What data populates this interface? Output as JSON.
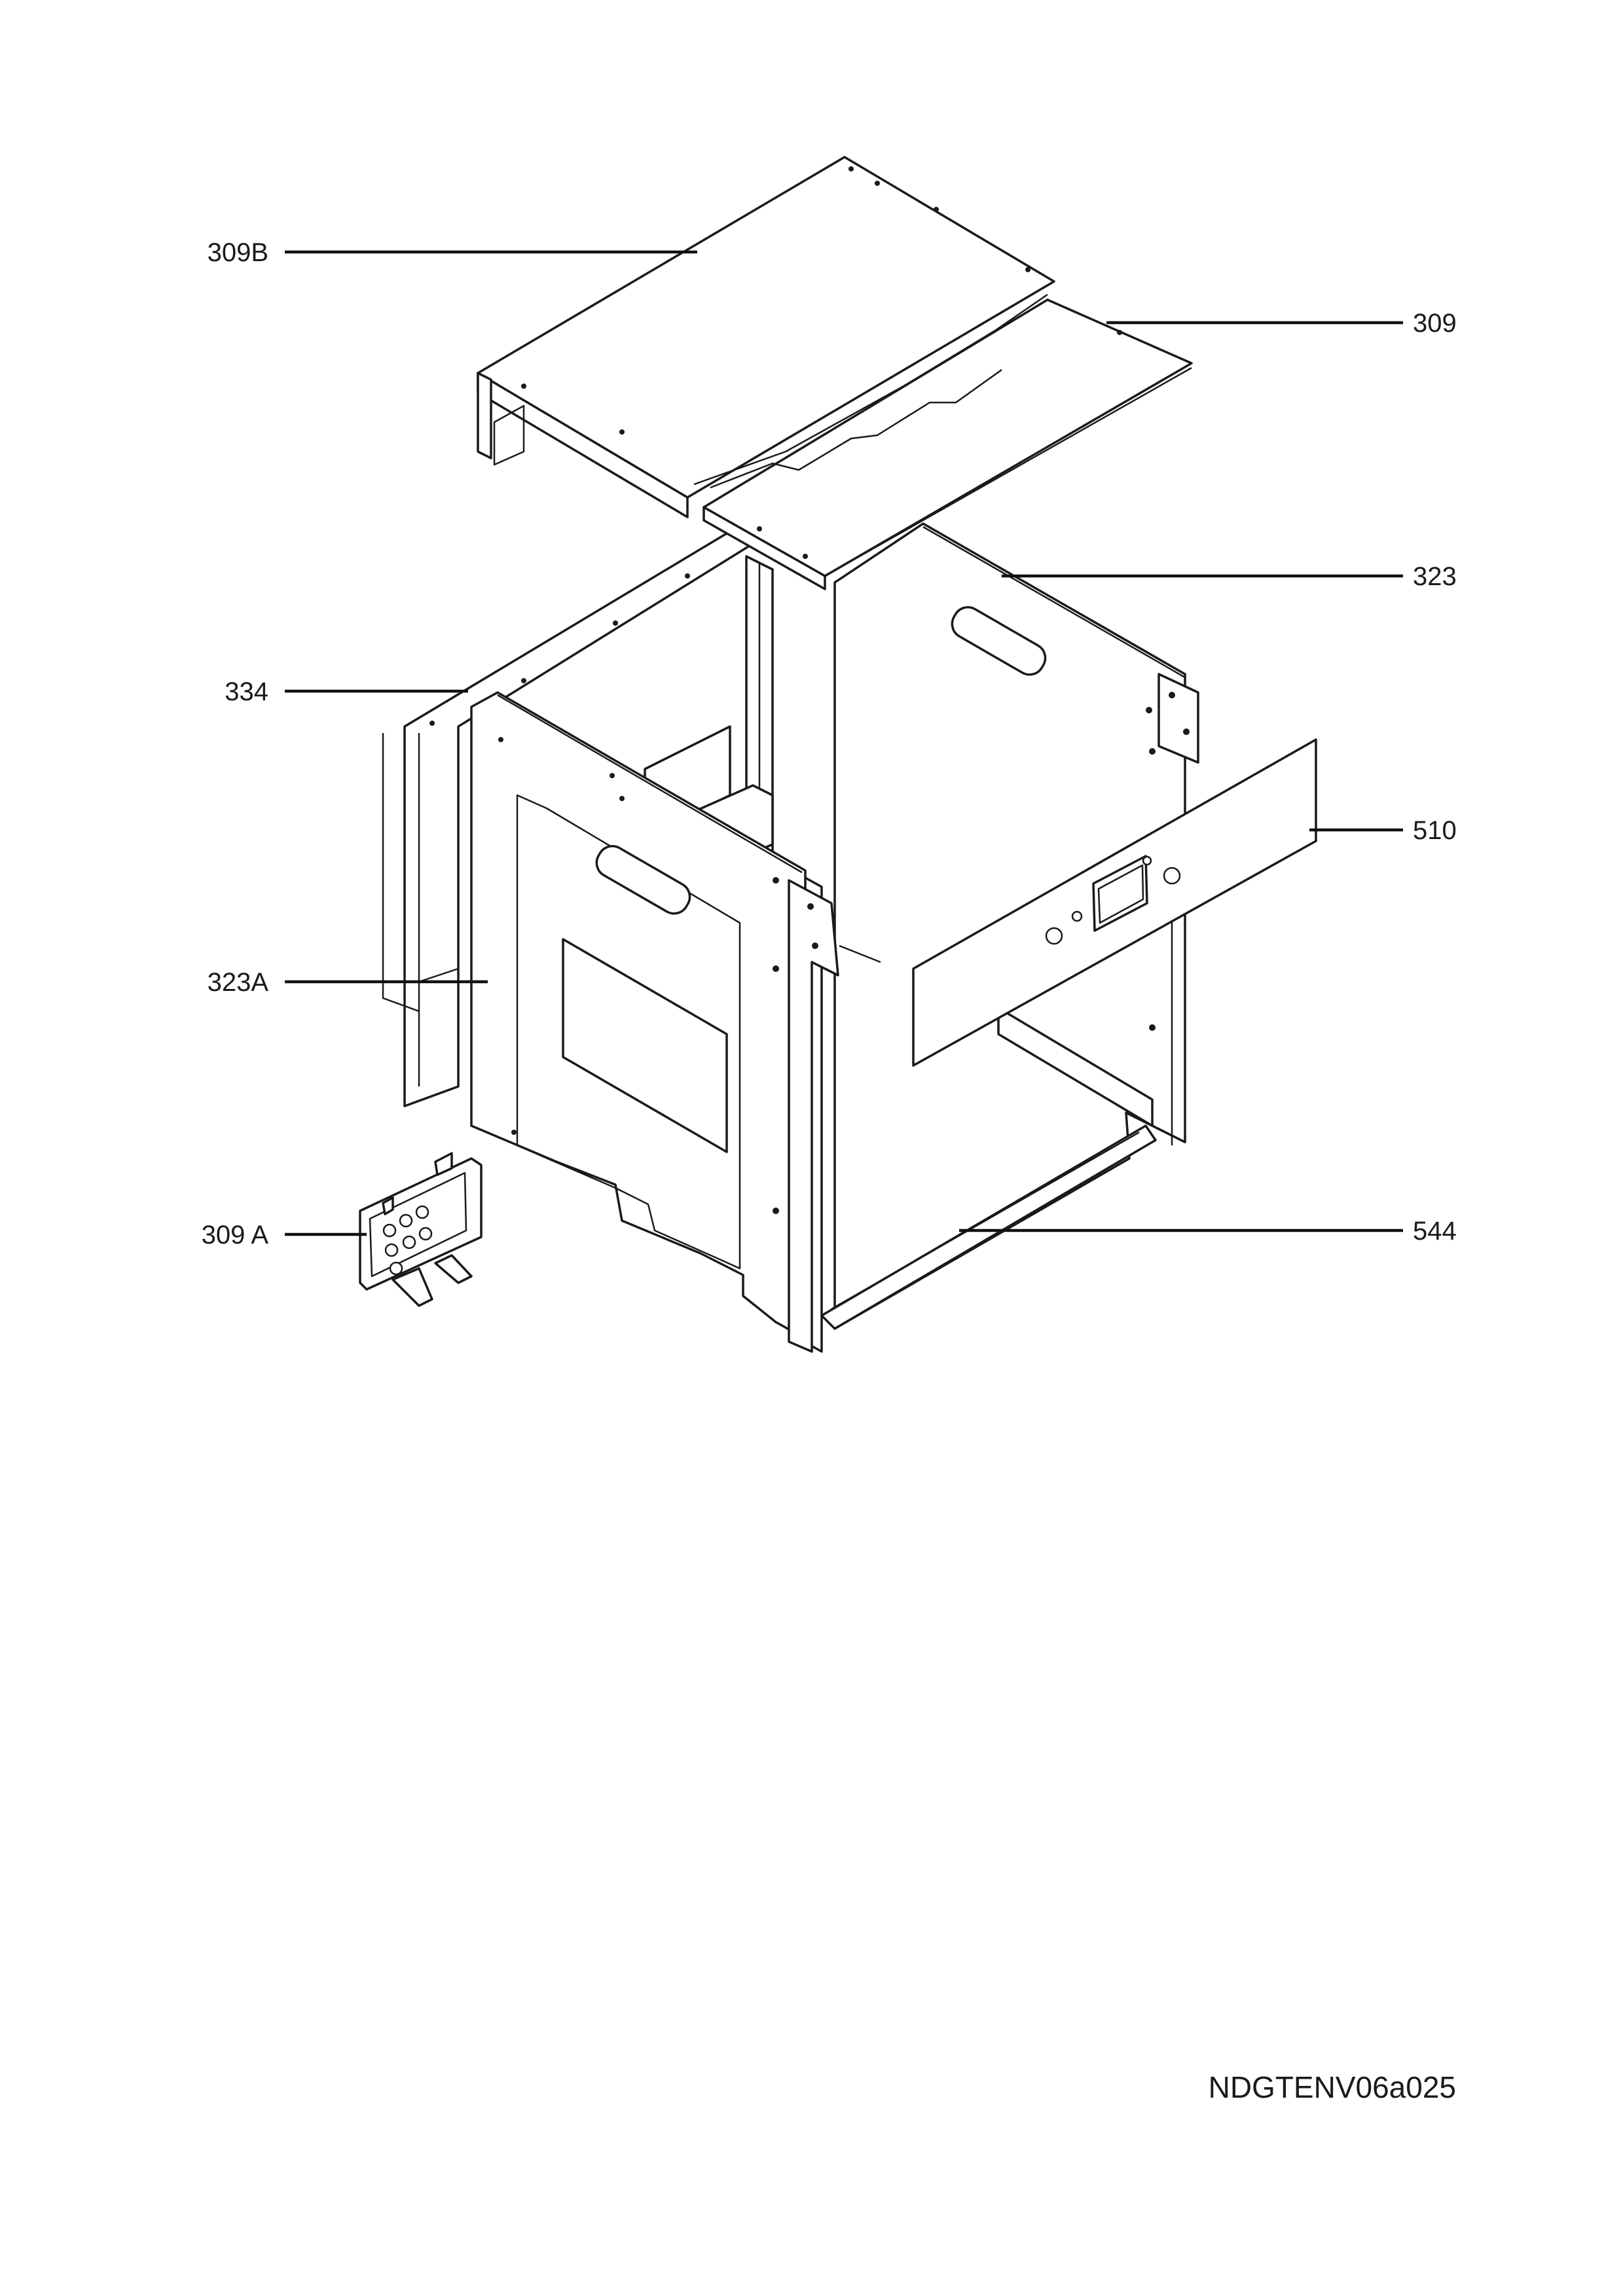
{
  "callouts": {
    "c309b": "309B",
    "c309": "309",
    "c323": "323",
    "c334": "334",
    "c510": "510",
    "c323a": "323A",
    "c309a": "309 A",
    "c544": "544"
  },
  "drawing_reference": "NDGTENV06a025"
}
